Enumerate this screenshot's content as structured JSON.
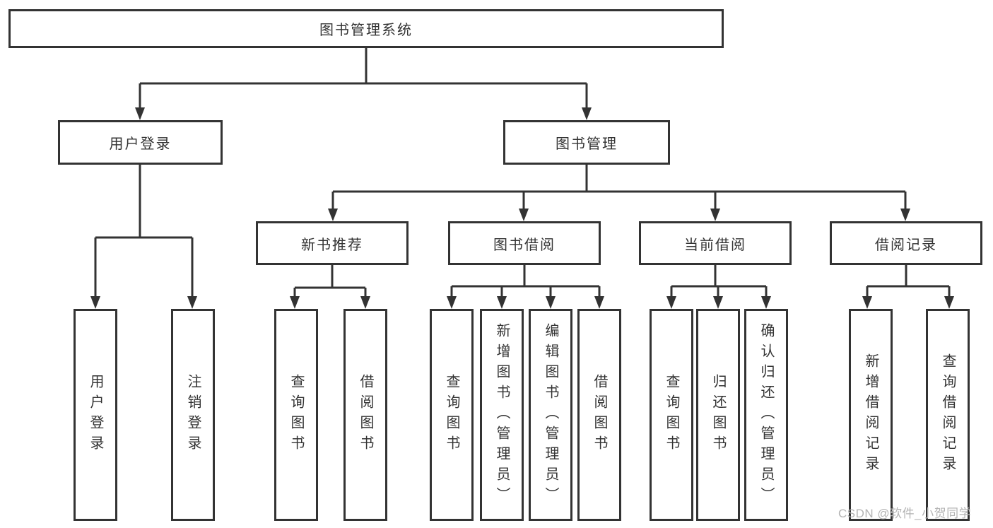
{
  "tree": {
    "label": "图书管理系统",
    "children": [
      {
        "label": "用户登录",
        "children": [
          {
            "label": "用户登录"
          },
          {
            "label": "注销登录"
          }
        ]
      },
      {
        "label": "图书管理",
        "children": [
          {
            "label": "新书推荐",
            "children": [
              {
                "label": "查询图书"
              },
              {
                "label": "借阅图书"
              }
            ]
          },
          {
            "label": "图书借阅",
            "children": [
              {
                "label": "查询图书"
              },
              {
                "label": "新增图书（管理员）"
              },
              {
                "label": "编辑图书（管理员）"
              },
              {
                "label": "借阅图书"
              }
            ]
          },
          {
            "label": "当前借阅",
            "children": [
              {
                "label": "查询图书"
              },
              {
                "label": "归还图书"
              },
              {
                "label": "确认归还（管理员）"
              }
            ]
          },
          {
            "label": "借阅记录",
            "children": [
              {
                "label": "新增借阅记录"
              },
              {
                "label": "查询借阅记录"
              }
            ]
          }
        ]
      }
    ]
  },
  "watermark": {
    "text": "CSDN @软件_小贺同学"
  },
  "colors": {
    "line": "#333333",
    "text": "#333333",
    "box_background": "#ffffff",
    "watermark": "#b3b3b3",
    "background": "#ffffff"
  }
}
